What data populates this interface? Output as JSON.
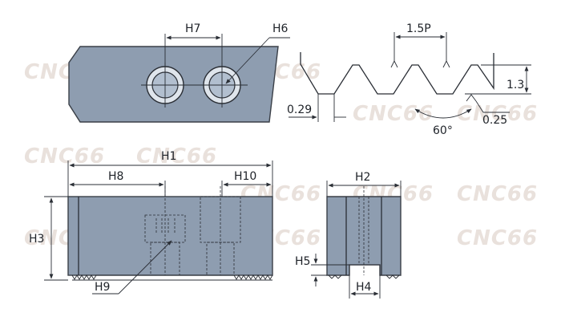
{
  "watermark": "CNC66",
  "labels": {
    "h1": "H1",
    "h2": "H2",
    "h3": "H3",
    "h4": "H4",
    "h5": "H5",
    "h6": "H6",
    "h7": "H7",
    "h8": "H8",
    "h9": "H9",
    "h10": "H10",
    "pitch": "1.5P",
    "depth": "1.3",
    "crest": "0.29",
    "root": "0.25",
    "angle": "60°"
  },
  "colors": {
    "part_fill": "#8e9db0",
    "line": "#2a2e35",
    "watermark": "#e9e1dc"
  }
}
